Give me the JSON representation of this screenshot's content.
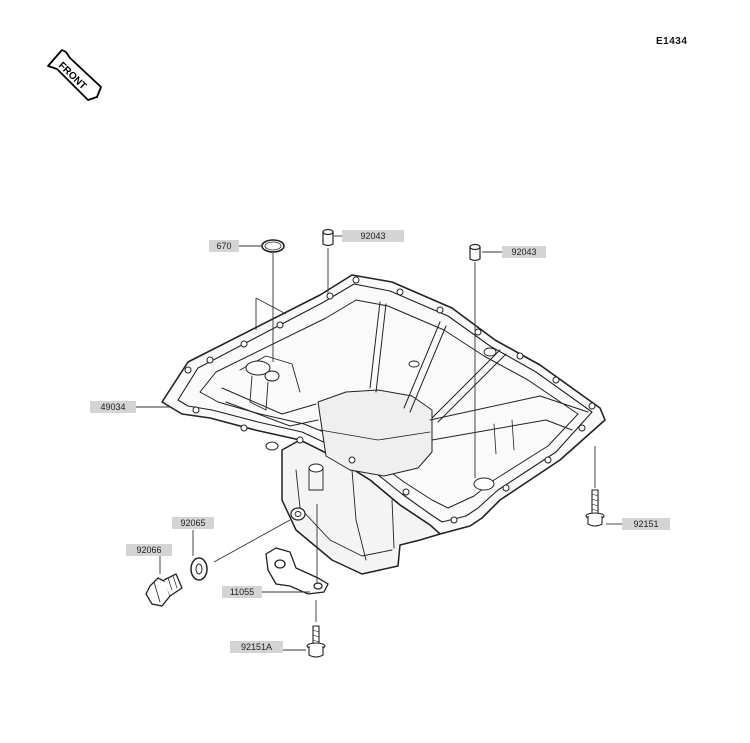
{
  "diagram": {
    "code": "E1434",
    "front_label": "FRONT"
  },
  "parts": [
    {
      "number": "670"
    },
    {
      "number": "92043"
    },
    {
      "number": "92043"
    },
    {
      "number": "49034"
    },
    {
      "number": "92151"
    },
    {
      "number": "92065"
    },
    {
      "number": "92066"
    },
    {
      "number": "11055"
    },
    {
      "number": "92151A"
    }
  ]
}
